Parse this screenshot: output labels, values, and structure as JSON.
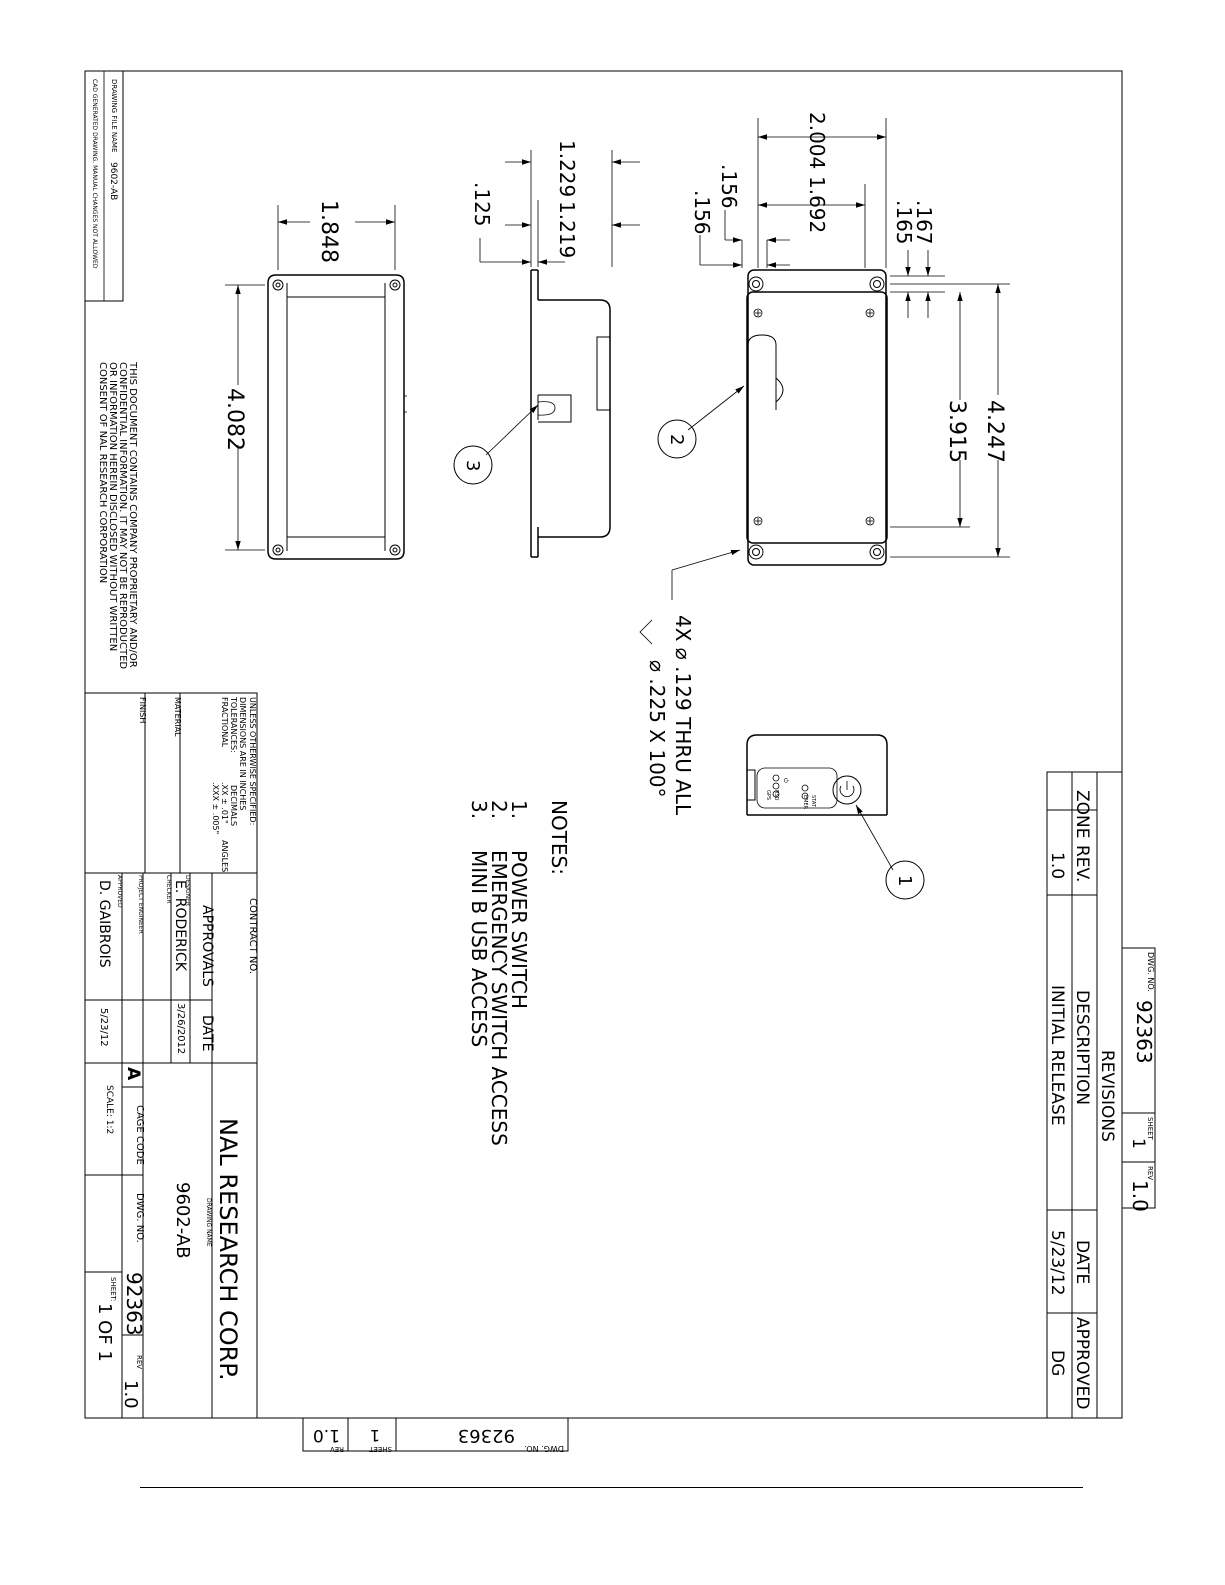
{
  "drawing": {
    "dimensions": {
      "top_view": {
        "width_overall": "2.004",
        "width_inner": "1.692",
        "hole_offset_x_left": ".156",
        "hole_offset_x_left_2": ".156",
        "hole_offset_y_top": ".167",
        "hole_offset_y_top_2": ".165",
        "length_overall": "4.247",
        "length_inner": "3.915"
      },
      "side_view": {
        "height_overall": "1.229",
        "height_body": "1.219",
        "flange_thickness": ".125"
      },
      "bottom_view": {
        "width": "1.848",
        "length": "4.082"
      }
    },
    "hole_callout": {
      "line1": "4X ⌀ .129 THRU ALL",
      "line2": "⌀ .225 X 100°"
    },
    "balloons": [
      "1",
      "2",
      "3"
    ],
    "panel_labels": {
      "power": "⏻",
      "rsd": "RSD",
      "gps": "GPS",
      "stat": "STAT",
      "emer": "EMER"
    },
    "notes": {
      "title": "NOTES:",
      "items": [
        {
          "num": "1.",
          "text": "POWER SWITCH"
        },
        {
          "num": "2.",
          "text": "EMERGENCY SWITCH ACCESS"
        },
        {
          "num": "3.",
          "text": "MINI B USB ACCESS"
        }
      ]
    }
  },
  "revisions": {
    "title": "REVISIONS",
    "headers": {
      "zone": "ZONE",
      "rev": "REV.",
      "description": "DESCRIPTION",
      "date": "DATE",
      "approved": "APPROVED"
    },
    "rows": [
      {
        "zone": "",
        "rev": "1.0",
        "description": "INITIAL RELEASE",
        "date": "5/23/12",
        "approved": "DG"
      }
    ]
  },
  "corner_block": {
    "dwg_no_label": "DWG. NO.",
    "dwg_no": "92363",
    "sheet_label": "SHEET",
    "sheet": "1",
    "rev_label": "REV",
    "rev": "1.0"
  },
  "file_block": {
    "drawing_file_name_label": "DRAWING FILE NAME",
    "drawing_file_name": "9602-AB",
    "cad_note": "CAD GENERATED DRAWING. MANUAL CHANGES NOT ALLOWED"
  },
  "proprietary_notice": [
    "THIS DOCUMENT CONTAINS COMPANY PROPRIETARY AND/OR",
    "CONFIDENTIAL INFORMATION. IT MAY NOT BE REPRODUCTED",
    "OR INFORMATION HEREIN DISCLOSED WITHOUT WRITTEN",
    "CONSENT OF NAL RESEARCH CORPORATION"
  ],
  "title_block": {
    "tolerances": {
      "line1": "UNLESS OTHERWISE SPECIFIED:",
      "line2": "DIMENSIONS ARE IN INCHES",
      "line3": "TOLERANCES:",
      "line4": "FRACTIONAL",
      "angles": "ANGLES",
      "decimals": "DECIMALS",
      "xx": ".XX   ±  .01\"",
      "xxx": ".XXX  ±  .005\""
    },
    "material_label": "MATERIAL",
    "finish_label": "FINISH",
    "contract_label": "CONTRACT NO.",
    "approvals_label": "APPROVALS",
    "date_label": "DATE",
    "designer_label": "DESIGNER",
    "designer": "E. RODERICK",
    "designer_date": "3/26/2012",
    "checker_label": "CHECKER",
    "project_engineer_label": "PROJECT ENGINEER",
    "approved_label": "APPROVED",
    "approved_by": "D. GAIBROIS",
    "approved_date": "5/23/12",
    "company": "NAL RESEARCH CORP.",
    "drawing_name_label": "DRAWING NAME",
    "drawing_name": "9602-AB",
    "size": "A",
    "cage_code_label": "CAGE CODE",
    "dwg_no_label": "DWG. NO.",
    "dwg_no": "92363",
    "rev_label": "REV",
    "rev": "1.0",
    "scale": "SCALE: 1:2",
    "sheet_label": "SHEET:",
    "sheet": "1 OF 1"
  }
}
